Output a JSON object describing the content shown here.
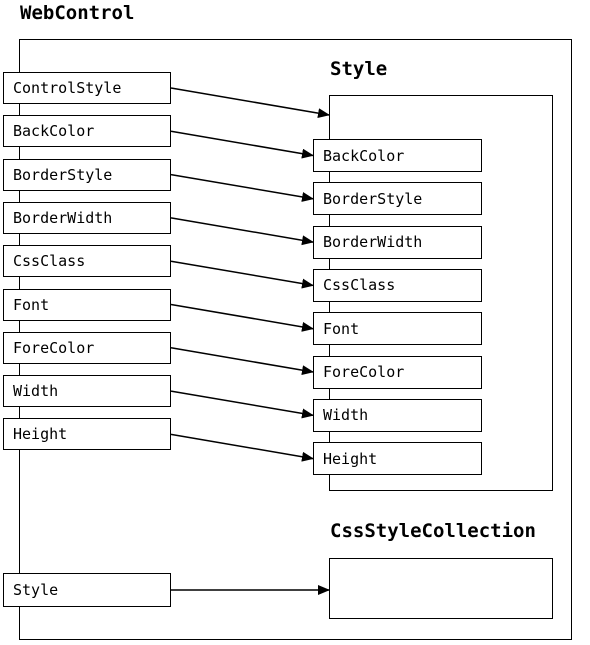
{
  "titles": {
    "webcontrol": "WebControl",
    "style": "Style",
    "css_style_collection": "CssStyleCollection"
  },
  "left_properties": [
    "ControlStyle",
    "BackColor",
    "BorderStyle",
    "BorderWidth",
    "CssClass",
    "Font",
    "ForeColor",
    "Width",
    "Height"
  ],
  "left_style_property": "Style",
  "style_properties": [
    "BackColor",
    "BorderStyle",
    "BorderWidth",
    "CssClass",
    "Font",
    "ForeColor",
    "Width",
    "Height"
  ]
}
